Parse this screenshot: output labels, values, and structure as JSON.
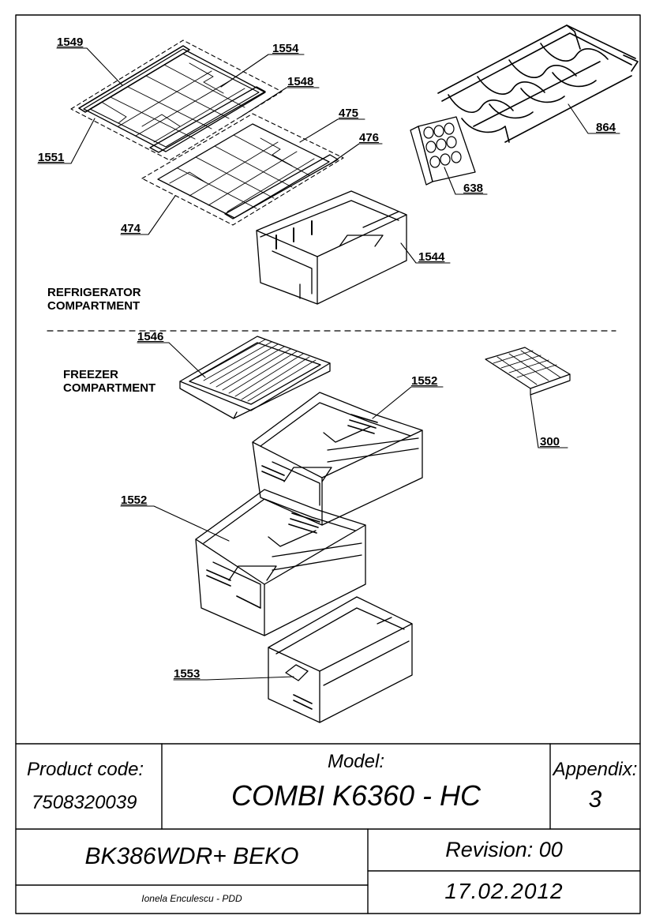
{
  "callouts": {
    "c1549": "1549",
    "c1554": "1554",
    "c1548": "1548",
    "c475": "475",
    "c476": "476",
    "c1551": "1551",
    "c474": "474",
    "c864": "864",
    "c638": "638",
    "c1544": "1544",
    "c1546": "1546",
    "c1552a": "1552",
    "c300": "300",
    "c1552b": "1552",
    "c1553": "1553"
  },
  "sections": {
    "refrigerator": "REFRIGERATOR\nCOMPARTMENT",
    "freezer": "FREEZER\nCOMPARTMENT"
  },
  "title_block": {
    "product_code_label": "Product code:",
    "product_code": "7508320039",
    "model_label": "Model:",
    "model": "COMBI K6360 - HC",
    "appendix_label": "Appendix:",
    "appendix": "3",
    "brand_model": "BK386WDR+ BEKO",
    "revision": "Revision: 00",
    "date": "17.02.2012",
    "author": "Ionela Enculescu - PDD"
  }
}
